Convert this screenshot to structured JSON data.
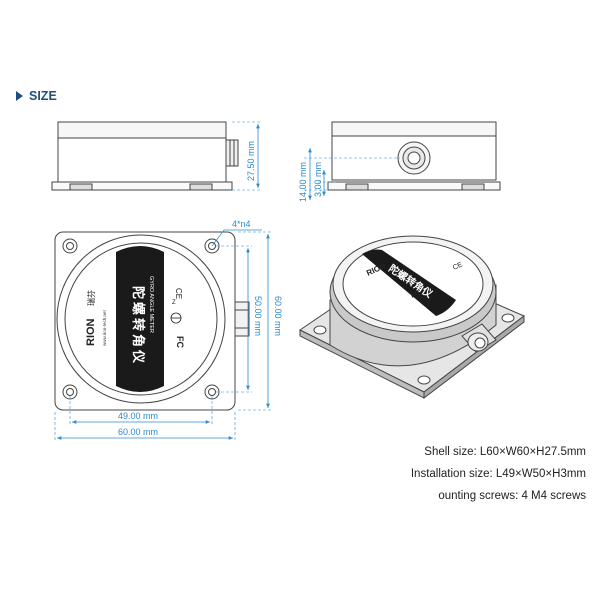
{
  "section": {
    "title": "SIZE"
  },
  "dimensions": {
    "height": "27.50 mm",
    "side_height": "14.00 mm",
    "side_gap": "3.00 mm",
    "holes": "4*n4",
    "inner_width": "49.00 mm",
    "outer_width": "60.00 mm",
    "inner_height": "50.00 mm",
    "outer_height": "60.00 mm"
  },
  "device": {
    "brand": "RION",
    "brand_cn": "瑞芬",
    "name_cn": "陀螺转角仪",
    "name_en": "GYRO ANGLE METER",
    "website": "www.rion-tech.net",
    "fc_mark": "FC",
    "ce_mark": "CE",
    "axis_label": "Z"
  },
  "specs": [
    "Shell size: L60×W60×H27.5mm",
    "Installation size: L49×W50×H3mm",
    "ounting screws: 4 M4 screws"
  ],
  "colors": {
    "accent": "#1f4f82",
    "dimension": "#2b8ccf",
    "line": "#444444"
  }
}
